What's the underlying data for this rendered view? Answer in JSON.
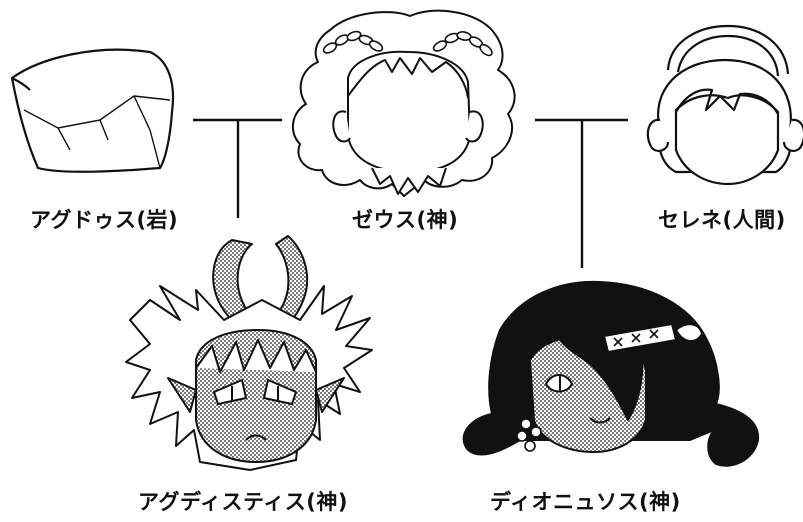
{
  "colors": {
    "ink": "#111111",
    "paper": "#ffffff",
    "screentone": "#8a8a8a"
  },
  "nodes": {
    "agdos": {
      "label": "アグドゥス(岩)",
      "icon": "rock-icon"
    },
    "zeus": {
      "label": "ゼウス(神)",
      "icon": "zeus-portrait-icon"
    },
    "selene": {
      "label": "セレネ(人間)",
      "icon": "selene-portrait-icon"
    },
    "agdistis": {
      "label": "アグディスティス(神)",
      "icon": "agdistis-portrait-icon"
    },
    "dionysus": {
      "label": "ディオニュソス(神)",
      "icon": "dionysus-portrait-icon"
    }
  }
}
